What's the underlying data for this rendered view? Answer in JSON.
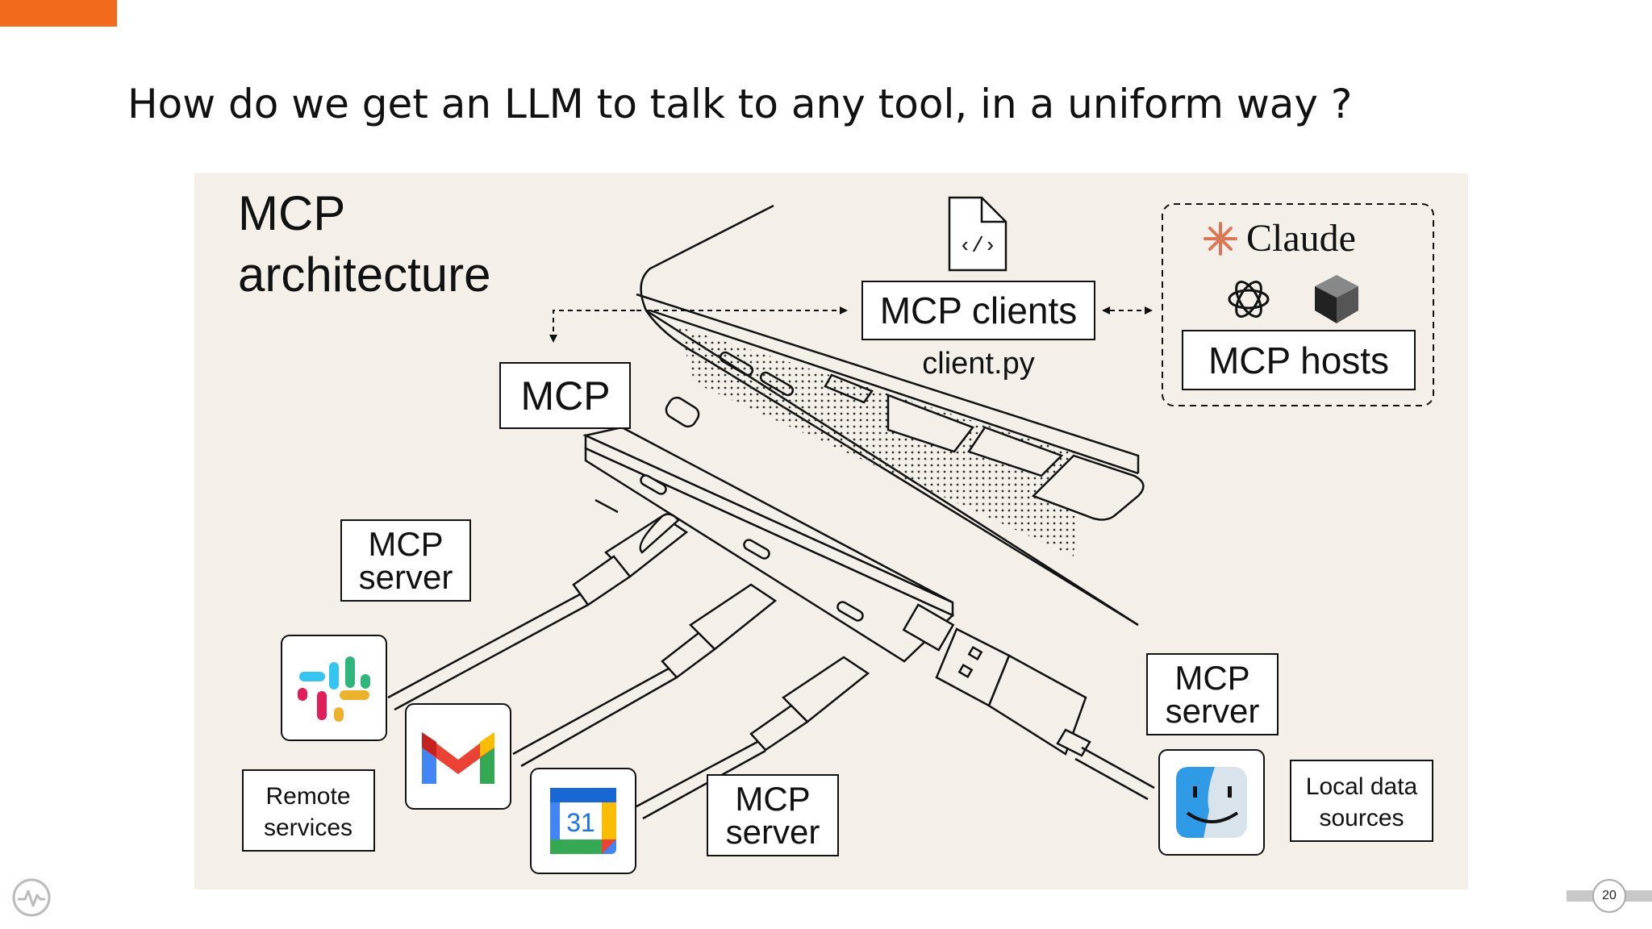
{
  "slide": {
    "title": "How do we get an LLM to talk to any tool, in a uniform way ?",
    "page_number": "20"
  },
  "diagram": {
    "heading_line1": "MCP",
    "heading_line2": "architecture",
    "mcp_label": "MCP",
    "clients_label": "MCP clients",
    "clients_file": "client.py",
    "hosts_label": "MCP hosts",
    "claude_label": "Claude",
    "server_label_line1": "MCP",
    "server_label_line2": "server",
    "remote_line1": "Remote",
    "remote_line2": "services",
    "local_line1": "Local data",
    "local_line2": "sources",
    "calendar_day": "31",
    "icons": [
      "code-file-icon",
      "claude-star-icon",
      "openai-icon",
      "cube-icon",
      "slack-icon",
      "gmail-icon",
      "google-calendar-icon",
      "finder-icon"
    ]
  },
  "colors": {
    "accent": "#f26b1d",
    "diagram_bg": "#f4efe8",
    "claude_star": "#d97757"
  }
}
